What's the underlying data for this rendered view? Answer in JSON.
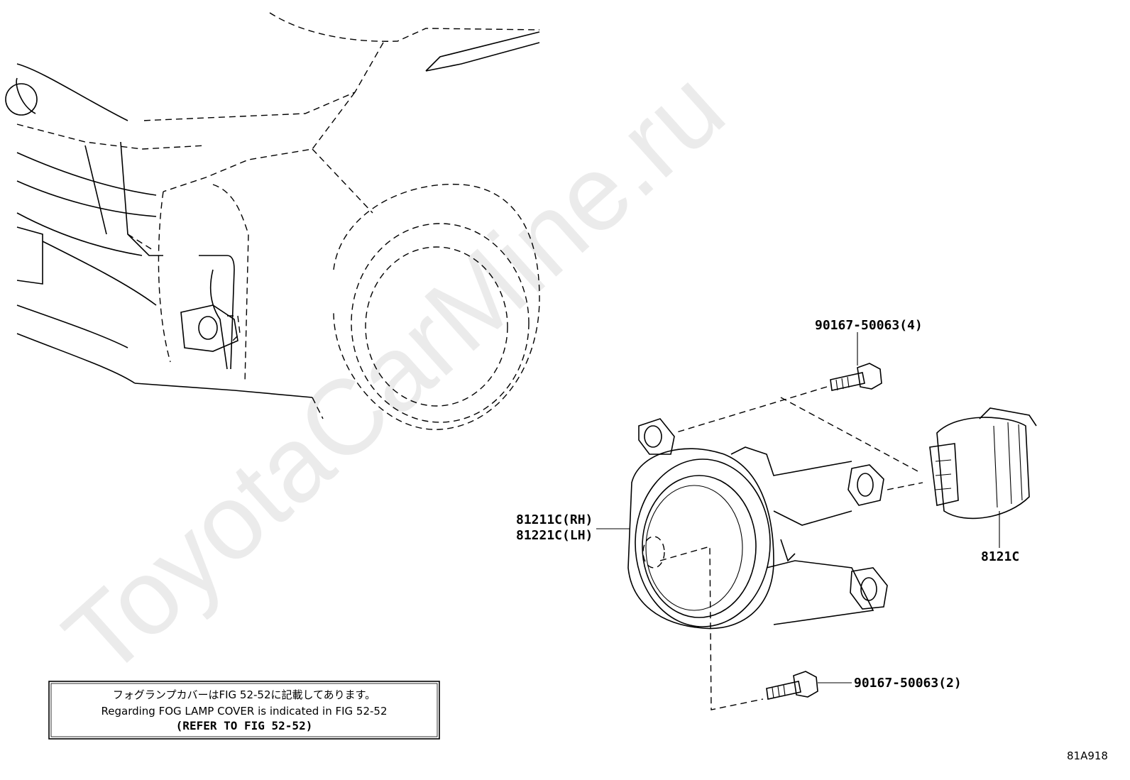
{
  "watermark": "ToyotaCarMine.ru",
  "parts": {
    "bolt_upper": "90167-50063(4)",
    "bolt_lower": "90167-50063(2)",
    "fog_lamp_rh": "81211C(RH)",
    "fog_lamp_lh": "81221C(LH)",
    "bulb_socket": "8121C"
  },
  "note": {
    "line1": "フォグランプカバーはFIG 52-52に記載してあります。",
    "line2": "Regarding FOG LAMP COVER is indicated in FIG 52-52",
    "line3": "(REFER TO FIG 52-52)"
  },
  "figure_code": "81A918"
}
